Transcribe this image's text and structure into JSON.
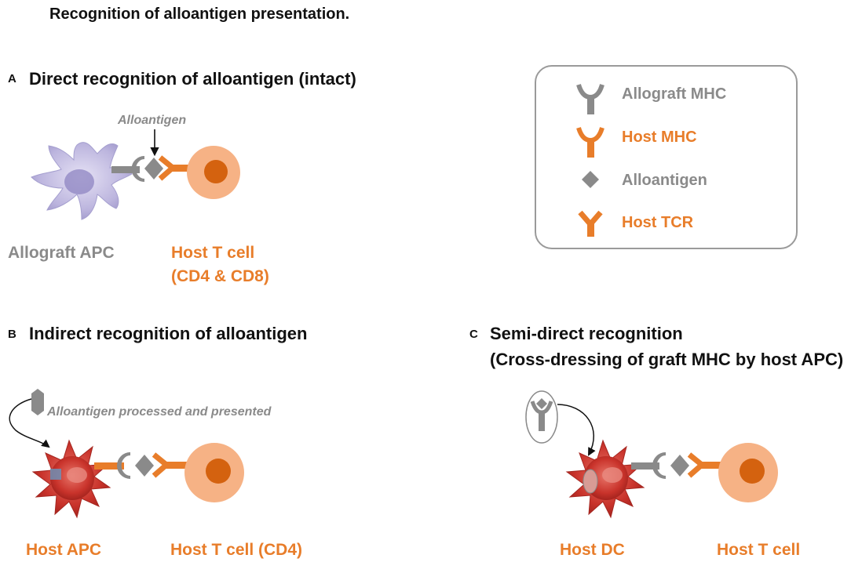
{
  "title": "Recognition of alloantigen presentation.",
  "panelA": {
    "letter": "A",
    "title": "Direct recognition of alloantigen (intact)",
    "antigen_label": "Alloantigen",
    "apc_label": "Allograft APC",
    "tcell_label_line1": "Host T cell",
    "tcell_label_line2": "(CD4 & CD8)"
  },
  "panelB": {
    "letter": "B",
    "title": "Indirect recognition of alloantigen",
    "process_label": "Alloantigen processed and presented",
    "apc_label": "Host APC",
    "tcell_label": "Host T cell (CD4)"
  },
  "panelC": {
    "letter": "C",
    "title": "Semi-direct recognition",
    "subtitle": "(Cross-dressing of graft MHC by host APC)",
    "dc_label": "Host DC",
    "tcell_label": "Host T cell"
  },
  "legend": {
    "items": [
      {
        "icon": "allograft-mhc-icon",
        "label": "Allograft MHC",
        "color": "#8a8a8a"
      },
      {
        "icon": "host-mhc-icon",
        "label": "Host MHC",
        "color": "#e87d2a"
      },
      {
        "icon": "alloantigen-icon",
        "label": "Alloantigen",
        "color": "#8a8a8a"
      },
      {
        "icon": "host-tcr-icon",
        "label": "Host TCR",
        "color": "#e87d2a"
      }
    ]
  },
  "colors": {
    "orange": "#e87d2a",
    "gray": "#8a8a8a",
    "tcell_fill": "#f6b285",
    "tcell_nucleus": "#d4620f",
    "allograft_apc": "#b9b3dc",
    "host_apc": "#c9332b"
  }
}
